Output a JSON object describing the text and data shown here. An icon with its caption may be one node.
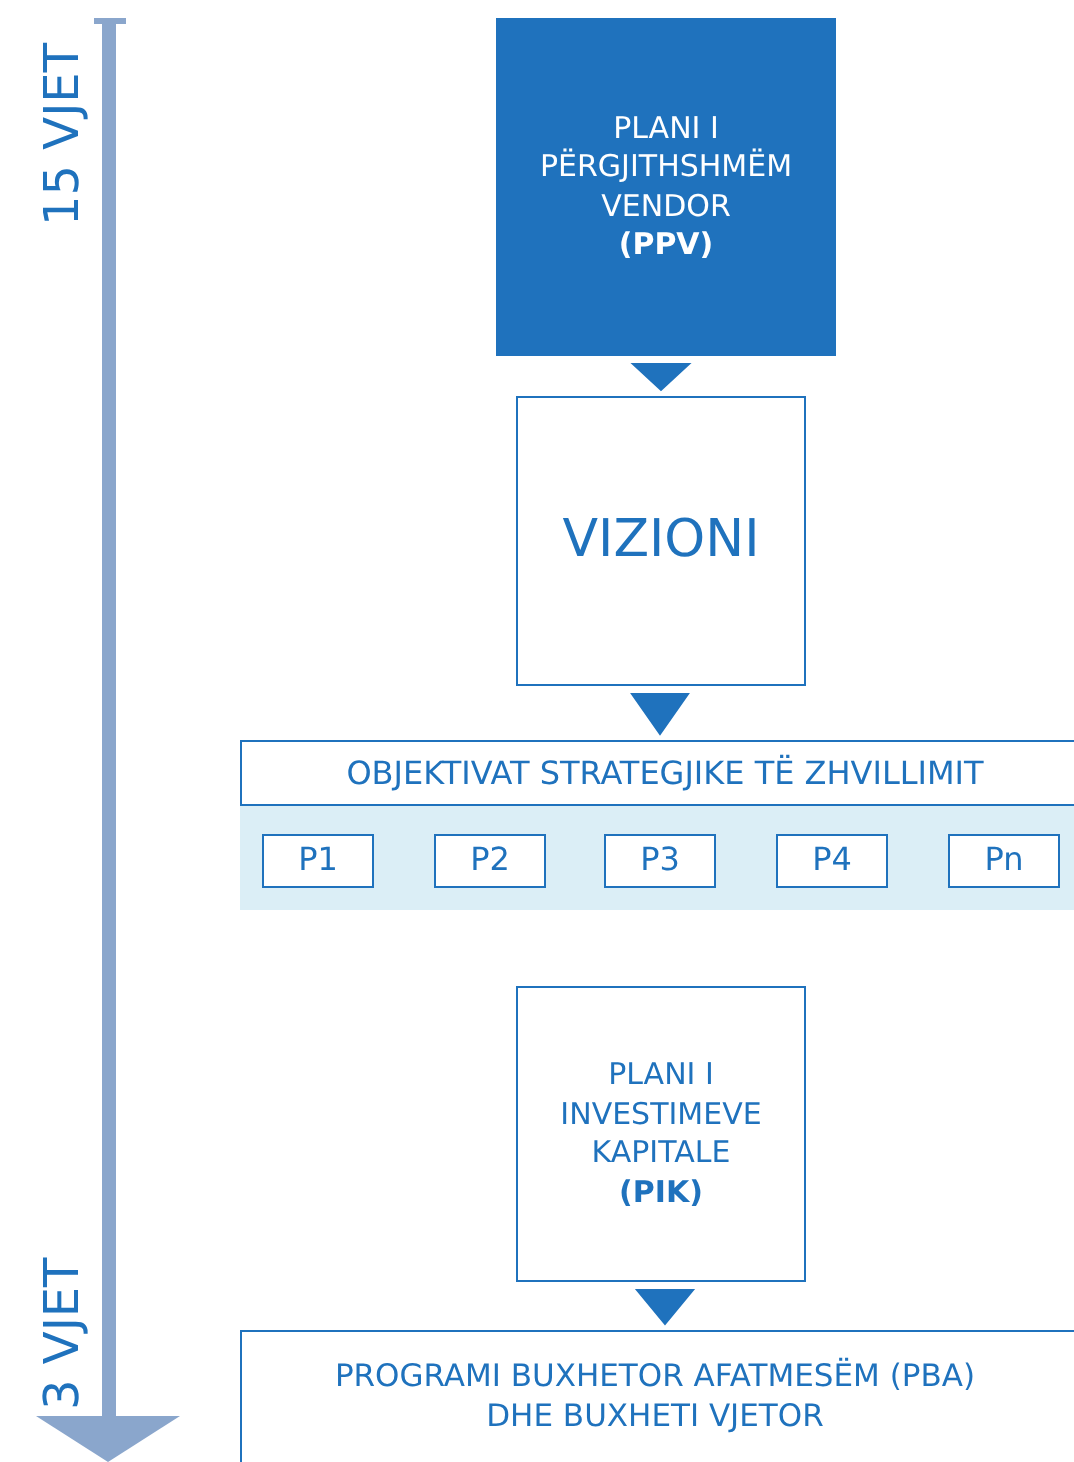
{
  "diagram": {
    "nodes": [
      {
        "text": [
          "PLANI I PËRGJITHSHMËM VENDOR **(PPV)**"
        ]
      },
      {
        "text": [
          "VIZIONI"
        ]
      },
      {
        "text": [
          "OBJEKTIVAT STRATEGJIKE TË ZHVILLIMIT"
        ]
      },
      {
        "text": [
          "P1"
        ],
        "in": 2
      },
      {
        "text": [
          "P2"
        ],
        "in": 2
      },
      {
        "text": [
          "P3"
        ],
        "in": 2
      },
      {
        "text": [
          "P4"
        ],
        "in": 2
      },
      {
        "text": [
          "Pn"
        ],
        "in": 2
      },
      {
        "text": [
          "PLANI I INVESTIMEVE KAPITALE **(PIK)**"
        ]
      },
      {
        "text": [
          "PROGRAMI BUXHETOR AFATMESËM (PBA) DHE BUXHETI VJETOR"
        ]
      }
    ],
    "edges": [
      {
        "from": 0,
        "to": 1,
        "arrow": "to"
      },
      {
        "from": 1,
        "to": 2,
        "arrow": "to"
      },
      {
        "from": 8,
        "to": 9,
        "arrow": "to"
      }
    ],
    "labels": [
      "15 VJET",
      "3 VJET"
    ]
  }
}
